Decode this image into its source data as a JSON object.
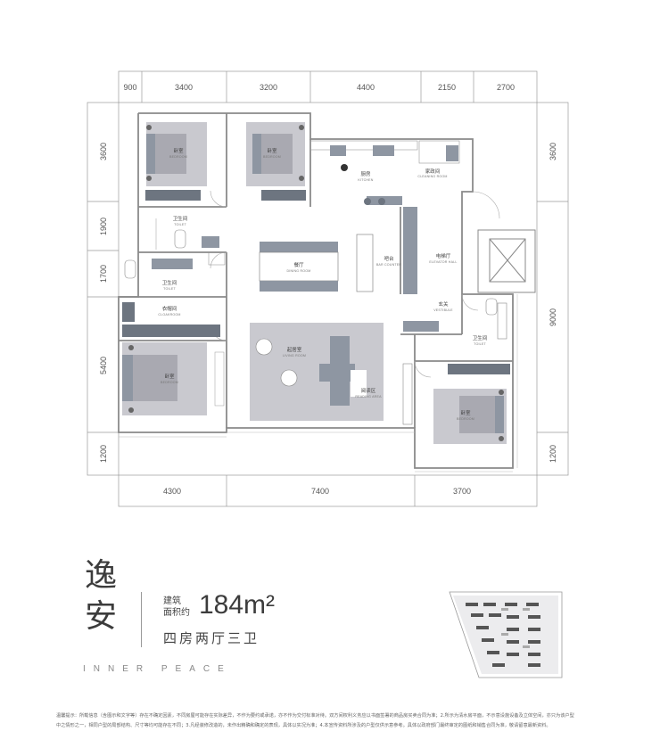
{
  "dimensions": {
    "top": [
      "900",
      "3400",
      "3200",
      "4400",
      "2150",
      "2700"
    ],
    "bottom": [
      "4300",
      "7400",
      "3700"
    ],
    "left": [
      "3600",
      "1900",
      "1700",
      "5400",
      "1200"
    ],
    "right": [
      "3600",
      "9000",
      "1200"
    ]
  },
  "rooms": {
    "bedroom1": {
      "cn": "卧室",
      "en": "BEDROOM"
    },
    "bedroom2": {
      "cn": "卧室",
      "en": "BEDROOM"
    },
    "kitchen": {
      "cn": "厨房",
      "en": "KITCHEN"
    },
    "cleaning": {
      "cn": "家政间",
      "en": "CLEANING ROOM"
    },
    "toilet1": {
      "cn": "卫生间",
      "en": "TOILET"
    },
    "dining": {
      "cn": "餐厅",
      "en": "DINING ROOM"
    },
    "bar": {
      "cn": "吧台",
      "en": "BAR COUNTER"
    },
    "elevator": {
      "cn": "电梯厅",
      "en": "ELEVATOR HALL"
    },
    "toilet2": {
      "cn": "卫生间",
      "en": "TOILET"
    },
    "cloakroom": {
      "cn": "衣帽间",
      "en": "CLOAKROOM"
    },
    "vestibule": {
      "cn": "玄关",
      "en": "VESTIBULE"
    },
    "living": {
      "cn": "起居室",
      "en": "LIVING ROOM"
    },
    "toilet3": {
      "cn": "卫生间",
      "en": "TOILET"
    },
    "master": {
      "cn": "卧室",
      "en": "BEDROOM"
    },
    "reading": {
      "cn": "阅读区",
      "en": "READING AREA"
    },
    "bedroom4": {
      "cn": "卧室",
      "en": "BEDROOM"
    }
  },
  "title": {
    "name_line1": "逸",
    "name_line2": "安",
    "area_label_line1": "建筑",
    "area_label_line2": "面积约",
    "area_value": "184m²",
    "layout": "四房两厅三卫",
    "tagline": "INNER PEACE"
  },
  "note": {
    "line1": "温馨提示：所载信息（含图示和文字等）存在不确定因素，不同房屋可能存在实际差异，不作为要约或承诺，亦不作为交付标准对待。双方间权利义务应以书面签署的商品房买卖合同为准；2.所示为清水房平面，不示意设施设备及立体空间，亦只为该户型",
    "line2": "中之情形之一，相同户型的局部结构、尺寸等均可能存在不同；3.凡经装修改造的，未作出精确和确定的表现，具体以实况为准；4.本宣传资料所涉及的户型仅供示意参考。具体以政府部门最终审定的图纸和销售合同为准，敬请留意最新资料。"
  },
  "colors": {
    "wall": "#8a8a8a",
    "room_fill": "#b3b3bb",
    "furniture_dark": "#6d7580",
    "furniture_mid": "#8e96a2",
    "rug": "#c9c9cf"
  }
}
